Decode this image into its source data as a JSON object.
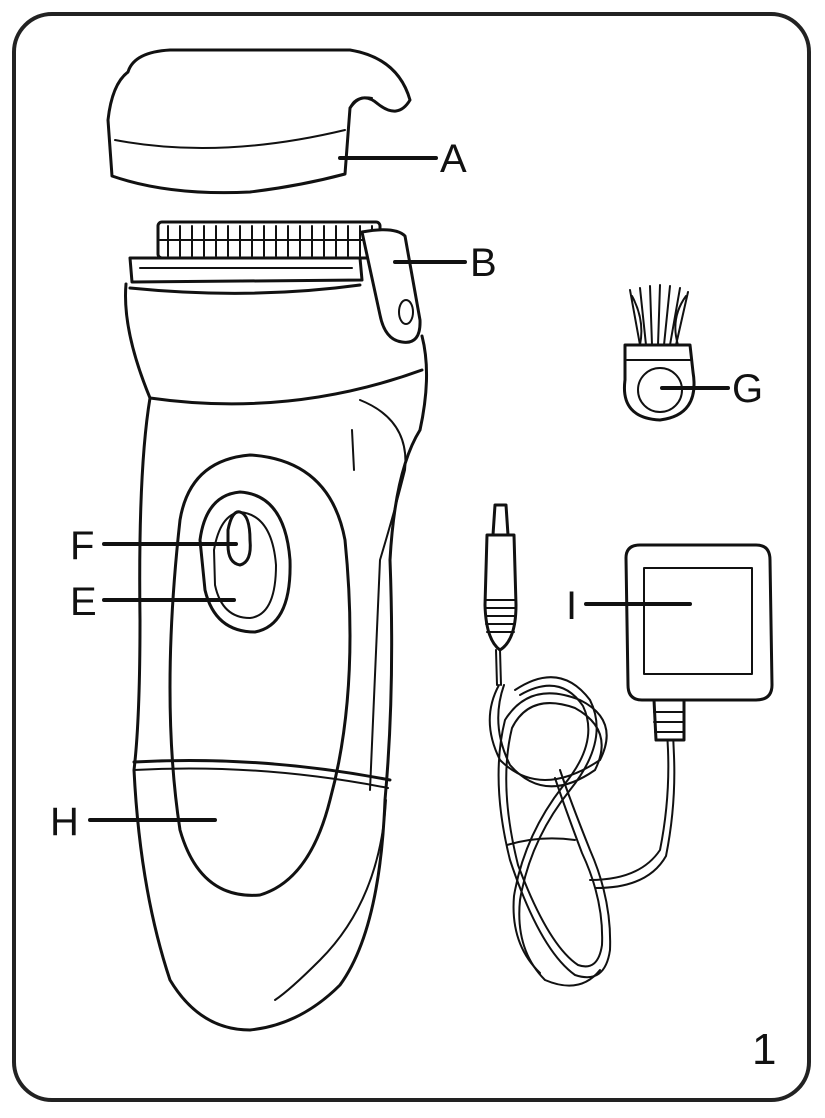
{
  "labels": {
    "a": "A",
    "b": "B",
    "e": "E",
    "f": "F",
    "g": "G",
    "h": "H",
    "i": "I"
  },
  "page_number": "1"
}
